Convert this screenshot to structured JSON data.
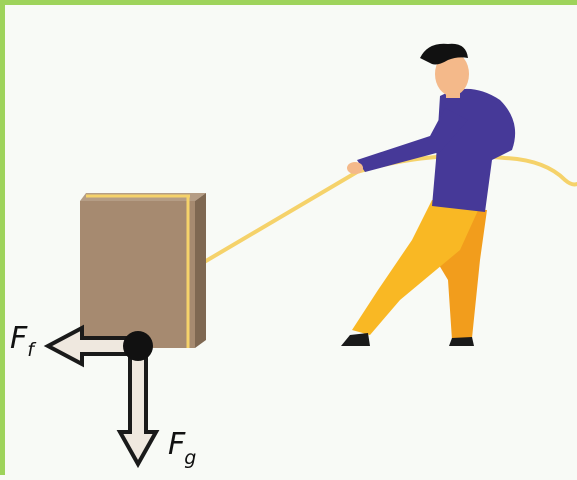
{
  "colors": {
    "frame": "#9ed35b",
    "background": "#f8faf6",
    "box_front": "#a68a70",
    "box_side": "#7f6852",
    "box_top": "#b59d85",
    "rope": "#f5d26a",
    "shirt": "#463998",
    "pants": "#f9b824",
    "pants_shadow": "#f29d1c",
    "skin": "#f4b98a",
    "hair": "#111111",
    "shoe": "#1a1a1a",
    "arrow_fill": "#efe8df",
    "arrow_stroke": "#1a1a1a"
  },
  "icons": {
    "box": "crate-icon",
    "person": "person-pulling-rope-icon",
    "point": "application-point-icon"
  },
  "forces": {
    "friction": {
      "symbol": "F",
      "subscript": "f",
      "direction": "left"
    },
    "gravity": {
      "symbol": "F",
      "subscript": "g",
      "direction": "down"
    }
  }
}
